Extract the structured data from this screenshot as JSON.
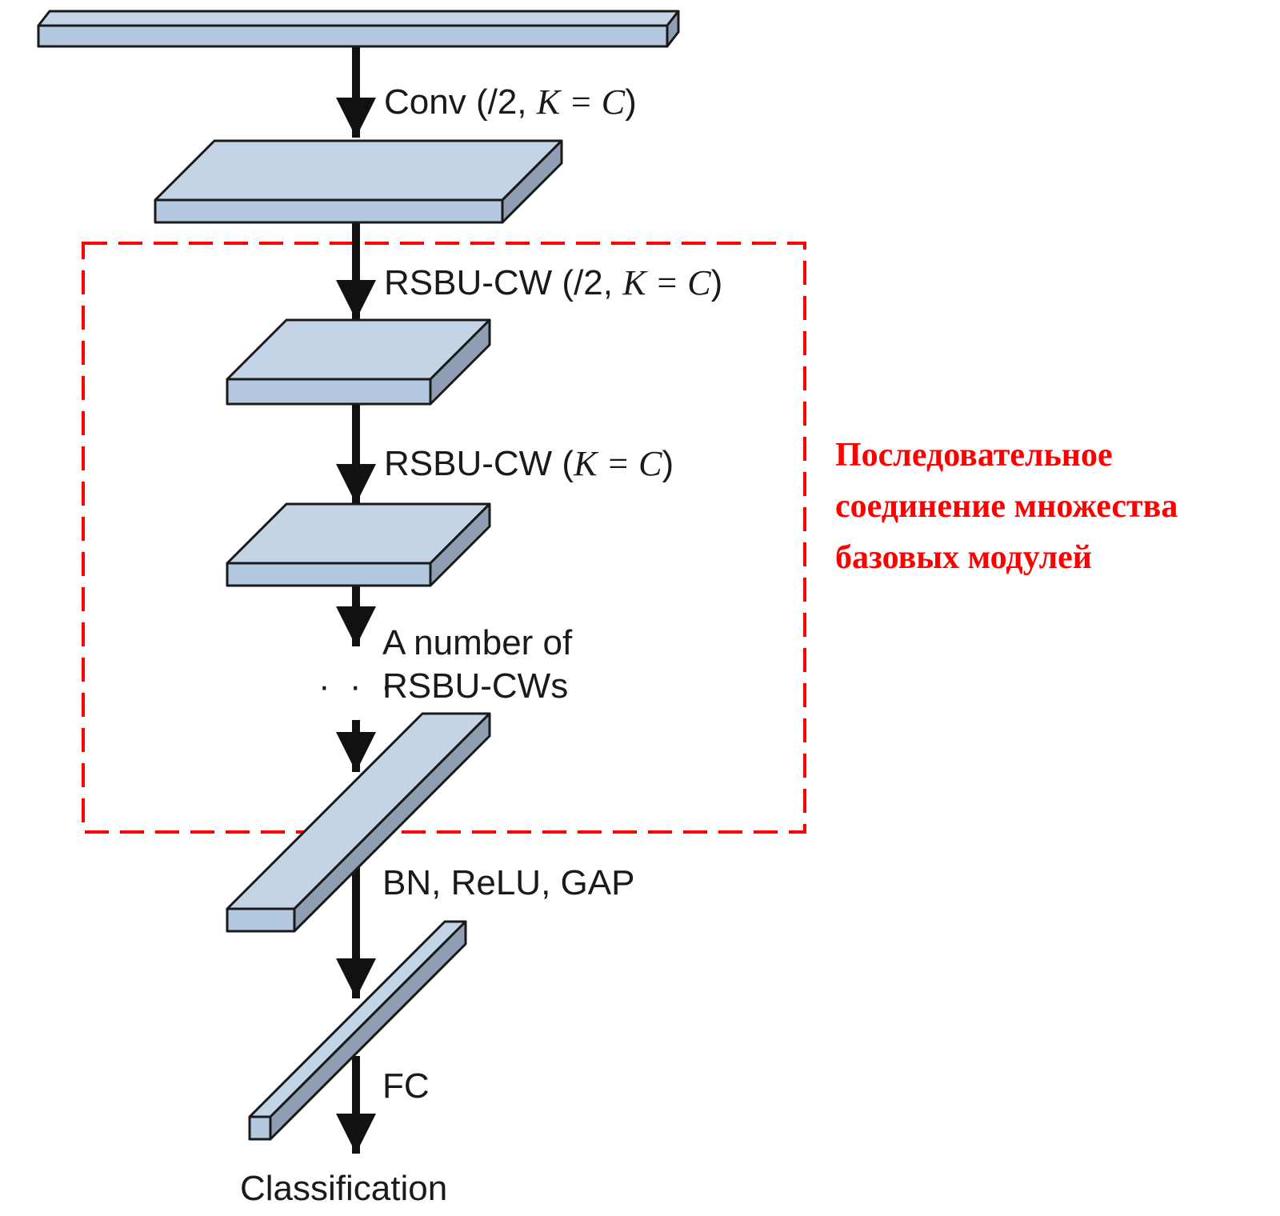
{
  "colors": {
    "layer_top": "#c4d4e7",
    "layer_front": "#b4c8df",
    "layer_side": "#8f9eb3",
    "layer_stroke": "#1a1a1a",
    "arrow": "#111111",
    "highlight_box": "#ff0000",
    "annotation_text": "#ff0000"
  },
  "steps": {
    "conv": {
      "name": "Conv",
      "open": " (/2, ",
      "math": "K = C",
      "close": ")"
    },
    "rsbu_down": {
      "name": "RSBU-CW",
      "open": " (/2, ",
      "math": "K = C",
      "close": ")"
    },
    "rsbu": {
      "name": "RSBU-CW",
      "open": " (",
      "math": "K = C",
      "close": ")"
    },
    "repeat_line1": "A number of",
    "repeat_line2": "RSBU-CWs",
    "repeat_dots": "· · ·",
    "bn_relu_gap": "BN, ReLU, GAP",
    "fc": "FC",
    "output": "Classification"
  },
  "annotation": {
    "line1": "Последовательное",
    "line2": "соединение множества",
    "line3": "базовых модулей"
  }
}
